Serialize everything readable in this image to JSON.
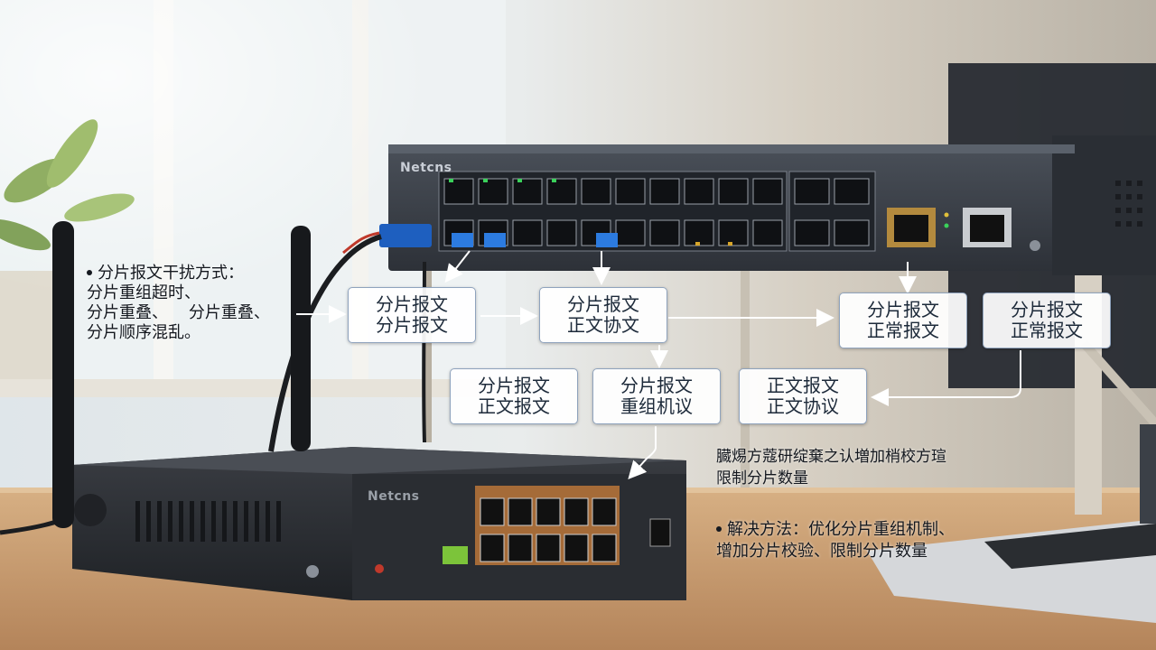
{
  "colors": {
    "switch_body": "#3a3f47",
    "router_body": "#2b2e33",
    "box_border": "#8fa3bd",
    "arrow": "#ffffff",
    "desk": "#c79a6a",
    "window_light": "#e8eef2",
    "cable_blue": "#1e5fbf"
  },
  "brand": {
    "switch": "Netcns",
    "router": "Netcns"
  },
  "interference": {
    "title": "分片报文干扰方式：",
    "lines": [
      "分片重组超时、",
      "分片重叠、    分片重叠、",
      "分片顺序混乱。"
    ]
  },
  "boxes": [
    {
      "id": "b1",
      "lines": [
        "分片报文",
        "分片报文"
      ]
    },
    {
      "id": "b2",
      "lines": [
        "分片报文",
        "正文协文"
      ]
    },
    {
      "id": "b3",
      "lines": [
        "分片报文",
        "正常报文"
      ]
    },
    {
      "id": "b4",
      "lines": [
        "分片报文",
        "正常报文"
      ]
    },
    {
      "id": "b5",
      "lines": [
        "分片报文",
        "正文报文"
      ]
    },
    {
      "id": "b6",
      "lines": [
        "分片报文",
        "重组机议"
      ]
    },
    {
      "id": "b7",
      "lines": [
        "正文报文",
        "正文协议"
      ]
    }
  ],
  "garbled": {
    "line1": "臓焬方蔻研绽棄之认増加梢校方瑄",
    "line2": "限制分片数量"
  },
  "solution": {
    "line1": "解决方法：优化分片重组机制、",
    "line2": "增加分片校验、限制分片数量"
  },
  "icons": [
    "network-switch-icon",
    "router-icon",
    "antenna-icon",
    "laptop-icon",
    "plant-icon"
  ]
}
